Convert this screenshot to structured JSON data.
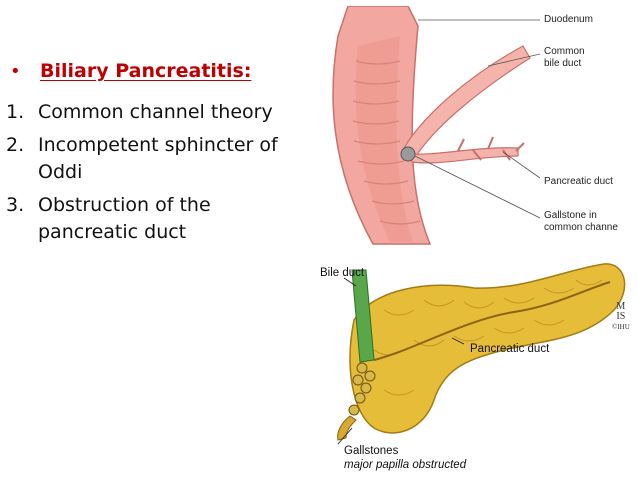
{
  "slide": {
    "heading": "Biliary Pancreatitis:",
    "bullet_glyph": "•",
    "items": [
      {
        "number": "1.",
        "text": "Common channel theory"
      },
      {
        "number": "2.",
        "text": "Incompetent sphincter of Oddi"
      },
      {
        "number": "3.",
        "text": "Obstruction of the pancreatic duct"
      }
    ]
  },
  "figure_top": {
    "labels": {
      "duodenum": "Duodenum",
      "common_bile_duct_1": "Common",
      "common_bile_duct_2": "bile duct",
      "pancreatic_duct": "Pancreatic duct",
      "gallstone_1": "Gallstone in",
      "gallstone_2": "common channe"
    }
  },
  "figure_bottom": {
    "labels": {
      "bile_duct": "Bile duct",
      "pancreatic_duct": "Pancreatic duct",
      "gallstones": "Gallstones",
      "papilla": "major papilla obstructed"
    },
    "logo_lines": [
      "M",
      "IS",
      "©IHU"
    ]
  },
  "colors": {
    "heading": "#c00000",
    "duodenum_fill": "#f2a8a0",
    "pancreas_fill": "#e6bd38"
  }
}
